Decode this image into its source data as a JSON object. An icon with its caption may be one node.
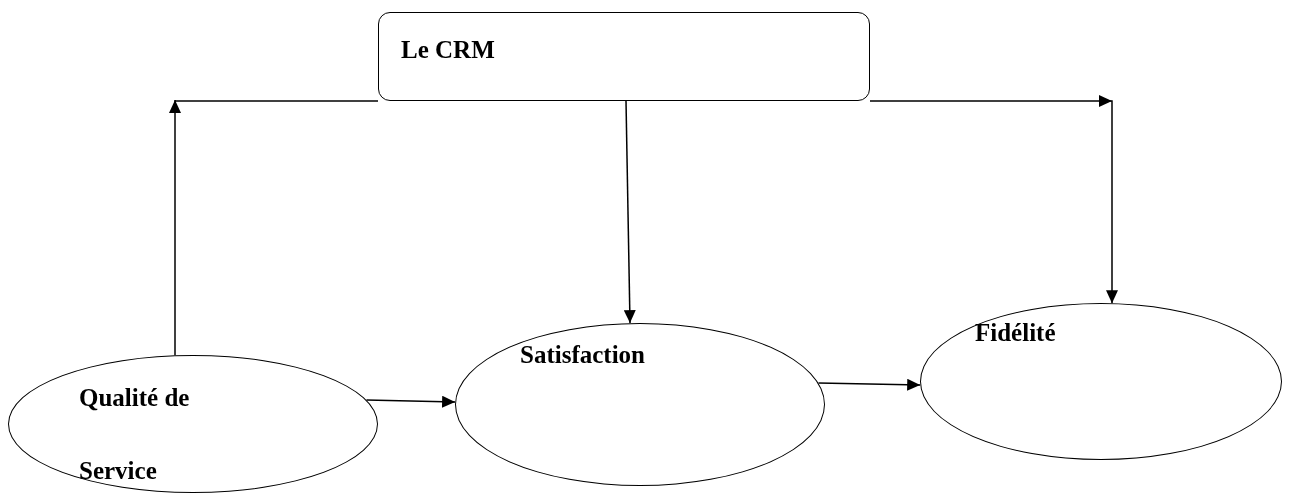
{
  "diagram": {
    "nodes": [
      {
        "text": [
          "Le CRM"
        ]
      },
      {
        "text": [
          "Qualité de Service"
        ]
      },
      {
        "text": [
          "Satisfaction"
        ]
      },
      {
        "text": [
          "Fidélité"
        ]
      }
    ],
    "edges": [
      {
        "from": 1,
        "to": null,
        "arrow": "to"
      },
      {
        "from": null,
        "to": 0,
        "arrow": "none"
      },
      {
        "from": 0,
        "to": 3,
        "arrow": "to"
      },
      {
        "from": 0,
        "to": 2,
        "arrow": "to"
      },
      {
        "from": 1,
        "to": 2,
        "arrow": "to"
      },
      {
        "from": 2,
        "to": 3,
        "arrow": "to"
      }
    ]
  }
}
